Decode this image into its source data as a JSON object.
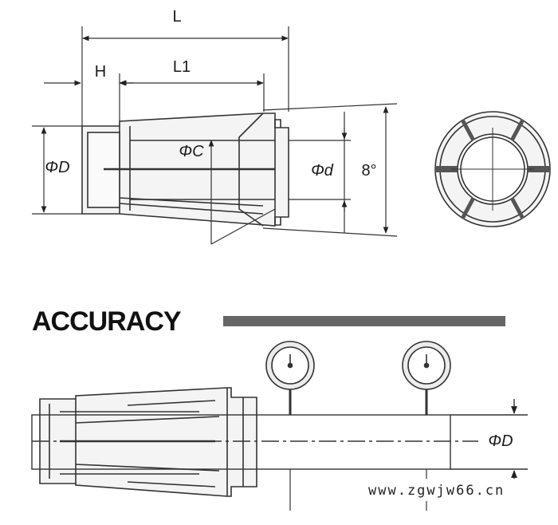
{
  "top_drawing": {
    "dims": {
      "L": "L",
      "H": "H",
      "L1": "L1",
      "phiD": "ΦD",
      "phiC": "ΦC",
      "phid": "Φd",
      "angle": "8°"
    }
  },
  "accuracy": {
    "heading": "ACCURACY",
    "dim_phiD": "ΦD"
  },
  "watermark": "www.zgwjw66.cn"
}
